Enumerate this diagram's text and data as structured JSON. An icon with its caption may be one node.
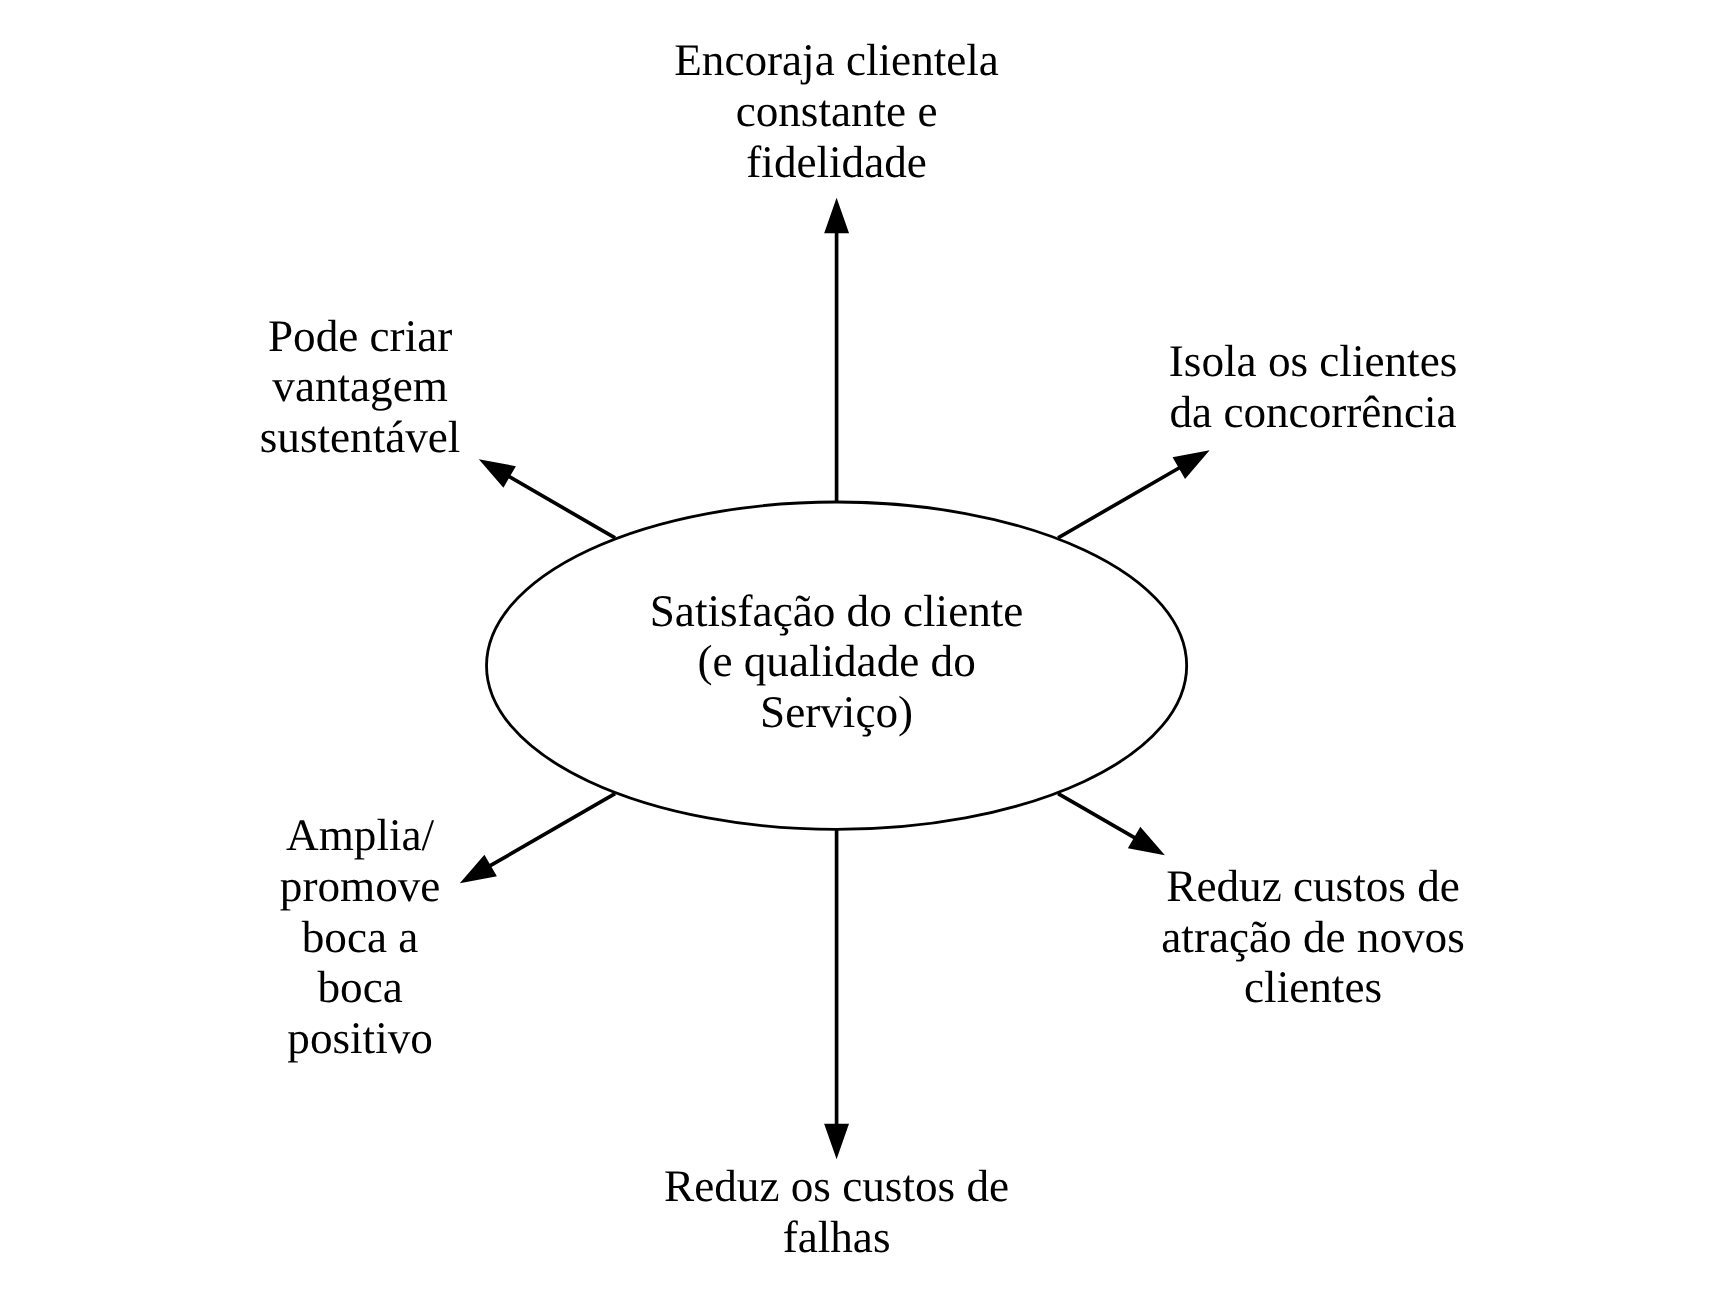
{
  "diagram": {
    "nodes": [
      {
        "text": [
          "Isola os clientes da concorrência"
        ]
      },
      {
        "text": [
          "Encoraja clientela constante e fidelidade"
        ]
      },
      {
        "text": [
          "Pode criar vantagem sustentável"
        ]
      },
      {
        "text": [
          "Satisfação do cliente (e qualidade do Serviço)"
        ]
      },
      {
        "text": [
          "Amplia/ promove boca a boca positivo"
        ]
      },
      {
        "text": [
          "Reduz os custos de falhas"
        ]
      },
      {
        "text": [
          "Reduz custos de atração de novos clientes"
        ]
      }
    ],
    "edges": [
      {
        "from": 3,
        "to": 0,
        "arrow": "to"
      },
      {
        "from": 3,
        "to": 1,
        "arrow": "to"
      },
      {
        "from": 3,
        "to": 2,
        "arrow": "to"
      },
      {
        "from": 3,
        "to": 4,
        "arrow": "to"
      },
      {
        "from": 3,
        "to": 5,
        "arrow": "to"
      },
      {
        "from": 3,
        "to": 6,
        "arrow": "to"
      }
    ]
  }
}
